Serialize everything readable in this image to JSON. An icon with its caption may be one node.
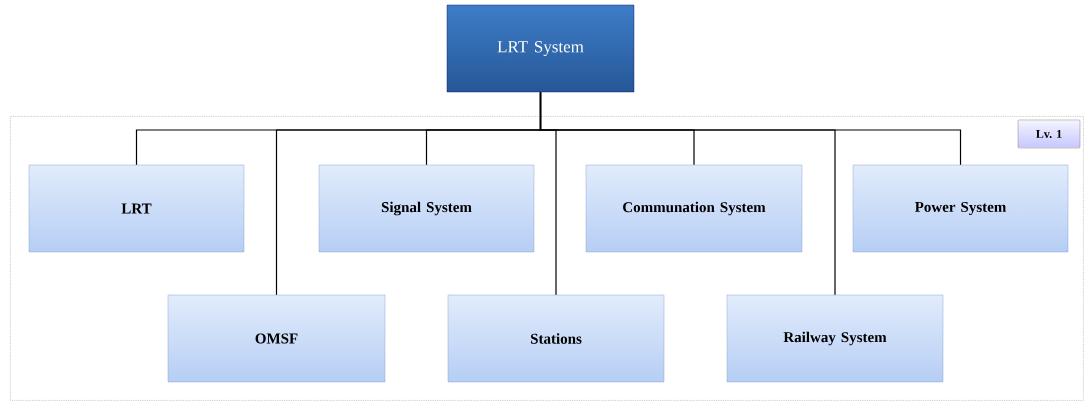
{
  "diagram": {
    "nodes": [
      {
        "text": [
          "LRT System"
        ]
      },
      {
        "text": [
          "Lv. 1"
        ]
      },
      {
        "text": [
          "LRT"
        ],
        "in": 1
      },
      {
        "text": [
          "Signal System"
        ],
        "in": 1
      },
      {
        "text": [
          "Communation System"
        ],
        "in": 1
      },
      {
        "text": [
          "Power System"
        ],
        "in": 1
      },
      {
        "text": [
          "OMSF"
        ],
        "in": 1
      },
      {
        "text": [
          "Stations"
        ],
        "in": 1
      },
      {
        "text": [
          "Railway System"
        ],
        "in": 1
      }
    ],
    "edges": [
      {
        "from": 0,
        "to": 2,
        "arrow": "none"
      },
      {
        "from": 0,
        "to": 3,
        "arrow": "none"
      },
      {
        "from": 0,
        "to": 4,
        "arrow": "none"
      },
      {
        "from": 0,
        "to": 5,
        "arrow": "none"
      },
      {
        "from": 0,
        "to": 6,
        "arrow": "none"
      },
      {
        "from": 0,
        "to": 7,
        "arrow": "none"
      },
      {
        "from": 0,
        "to": 8,
        "arrow": "none"
      }
    ]
  }
}
